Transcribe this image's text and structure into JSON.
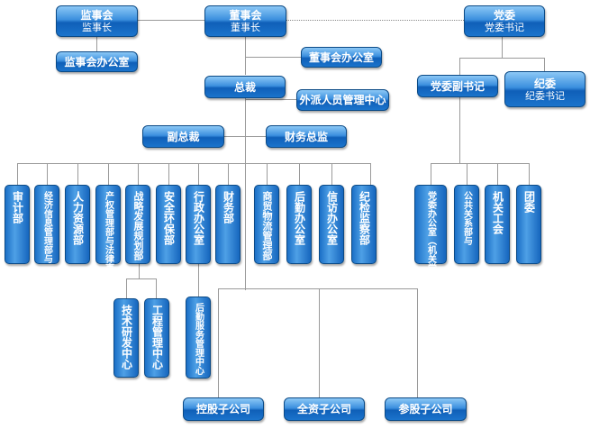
{
  "nodes": {
    "supervisors": {
      "title": "监事会",
      "subtitle": "监事长"
    },
    "board": {
      "title": "董事会",
      "subtitle": "董事长"
    },
    "party": {
      "title": "党委",
      "subtitle": "党委书记"
    },
    "supervisors_office": {
      "title": "监事会办公室"
    },
    "board_office": {
      "title": "董事会办公室"
    },
    "president": {
      "title": "总裁"
    },
    "expat_center": {
      "title": "外派人员管理中心"
    },
    "party_deputy": {
      "title": "党委副书记"
    },
    "discipline": {
      "title": "纪委",
      "subtitle": "纪委书记"
    },
    "vice_president": {
      "title": "副总裁"
    },
    "cfo": {
      "title": "财务总监"
    }
  },
  "departments": [
    "审计部",
    "经济信息管理部与",
    "人力资源部",
    "产权管理部与法律事务",
    "战略发展规划部",
    "安全环保部",
    "行政办公室",
    "财务部",
    "商贸物流管理部",
    "后勤办公室",
    "信访办公室",
    "纪检监察部"
  ],
  "party_depts": [
    "党委办公室（机关党总支）",
    "公共关系部与",
    "机关工会",
    "团委"
  ],
  "sub_centers": [
    "技术研发中心",
    "工程管理中心",
    "后勤服务管理中心"
  ],
  "subsidiaries": [
    "控股子公司",
    "全资子公司",
    "参股子公司"
  ]
}
